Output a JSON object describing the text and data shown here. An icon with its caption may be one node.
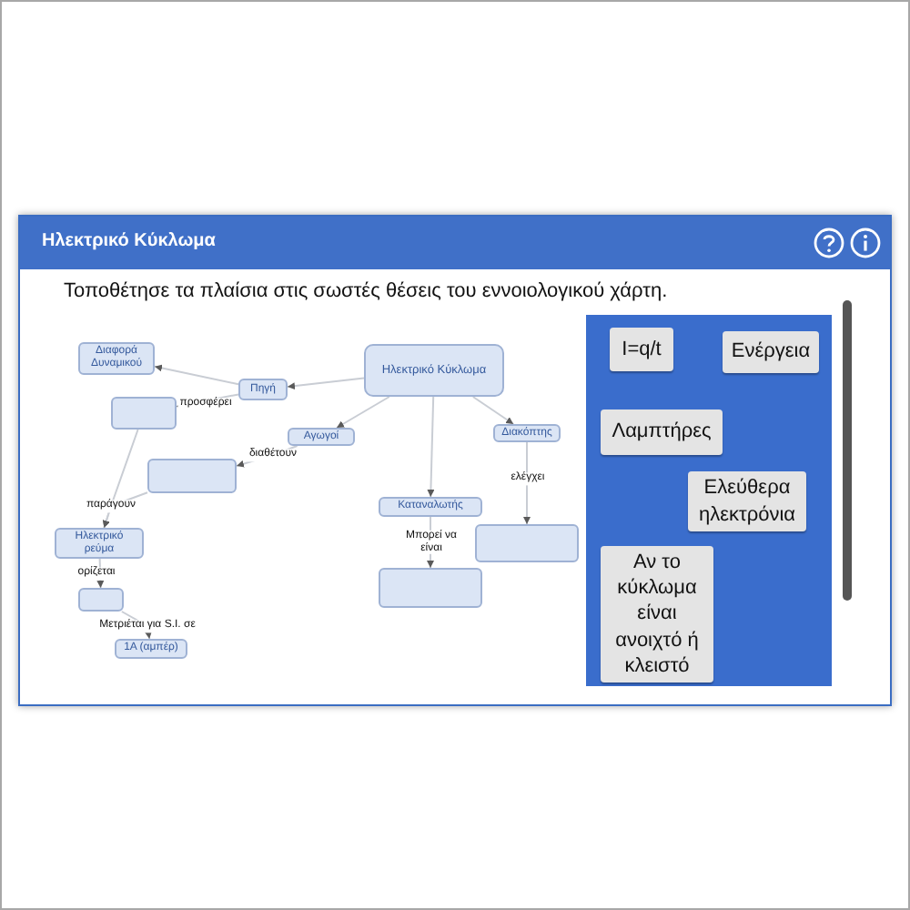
{
  "diagram": {
    "title": "Ηλεκτρικό Κύκλωμα",
    "nodes": [
      {
        "text": [
          "Διαφορά Δυναμικού"
        ]
      },
      {
        "text": [
          "Ηλεκτρικό Κύκλωμα"
        ]
      },
      {
        "text": [
          "Πηγή"
        ]
      },
      {
        "text": [],
        "shape": "box"
      },
      {
        "text": [
          "Διακόπτης"
        ]
      },
      {
        "text": [
          "Αγωγοί"
        ]
      },
      {
        "text": [],
        "shape": "box"
      },
      {
        "text": [
          "Καταναλωτής"
        ]
      },
      {
        "text": [
          "Ηλεκτρικό ρεύμα"
        ]
      },
      {
        "text": [],
        "shape": "box"
      },
      {
        "text": [],
        "shape": "box"
      },
      {
        "text": [],
        "shape": "box"
      },
      {
        "text": [
          "1A (αμπέρ)"
        ]
      },
      {
        "text": [
          "I=q/t"
        ]
      },
      {
        "text": [
          "Ενέργεια"
        ]
      },
      {
        "text": [
          "Λαμπτήρες"
        ]
      },
      {
        "text": [
          "Ελεύθερα ηλεκτρόνια"
        ]
      },
      {
        "text": [
          "Αν το κύκλωμα είναι ανοιχτό ή κλειστό"
        ]
      }
    ],
    "edges": [
      {
        "from": 1,
        "to": 2,
        "arrow": "to"
      },
      {
        "from": 2,
        "to": 0,
        "arrow": "to"
      },
      {
        "from": 2,
        "to": 3,
        "arrow": "to",
        "label": "προσφέρει"
      },
      {
        "from": 1,
        "to": 5,
        "arrow": "to"
      },
      {
        "from": 5,
        "to": 6,
        "arrow": "to",
        "label": "διαθέτουν"
      },
      {
        "from": 1,
        "to": 4,
        "arrow": "to"
      },
      {
        "from": 4,
        "to": 9,
        "arrow": "to",
        "label": "ελέγχει"
      },
      {
        "from": 1,
        "to": 7,
        "arrow": "to"
      },
      {
        "from": 7,
        "to": 10,
        "arrow": "to",
        "label": "Μπορεί να είναι"
      },
      {
        "from": 3,
        "to": 8,
        "arrow": "to",
        "label": "παράγουν"
      },
      {
        "from": 6,
        "to": 8,
        "arrow": "to"
      },
      {
        "from": 8,
        "to": 11,
        "arrow": "to",
        "label": "ορίζεται"
      },
      {
        "from": 11,
        "to": 12,
        "arrow": "to",
        "label": "Μετριέται για S.I. σε"
      }
    ],
    "labels": [
      "Τοποθέτησε τα πλαίσια στις σωστές θέσεις του εννοιολογικού χάρτη."
    ]
  }
}
